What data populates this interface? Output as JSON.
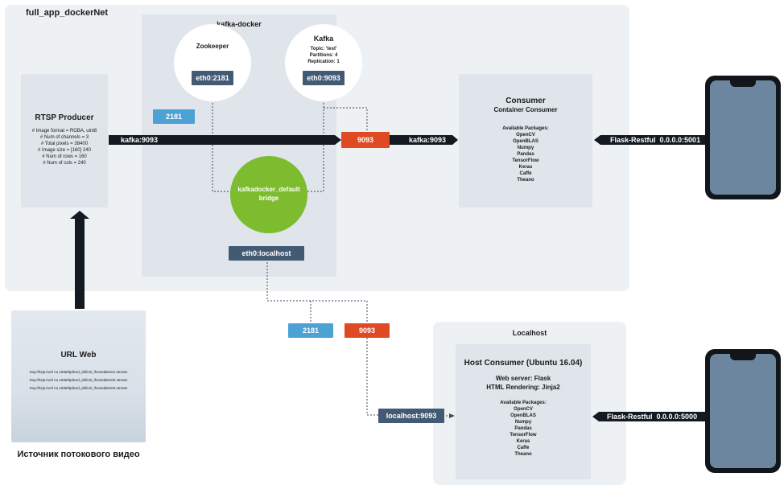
{
  "network": {
    "title": "full_app_dockerNet"
  },
  "kafka_docker": {
    "title": "kafka-docker"
  },
  "zookeeper": {
    "title": "Zookeeper",
    "port_tag": "eth0:2181",
    "ext_tag": "2181"
  },
  "kafka": {
    "title": "Kafka",
    "lines": [
      "Topic: 'test'",
      "Partitions: 4",
      "Replication: 1"
    ],
    "port_tag": "eth0:9093",
    "ext_tag": "9093"
  },
  "bridge": {
    "line1": "kafkadocker_default",
    "line2": "bridge",
    "eth_tag": "eth0:localhost"
  },
  "producer": {
    "title": "RTSP Producer",
    "lines": [
      "# Image format = RGBA, uint8",
      "# Num of channels = 3",
      "# Total pixels = 38400",
      "# Image size = [160] 240",
      "# Num of rows = 160",
      "# Num of cols = 240"
    ],
    "arrow_label": "kafka:9093"
  },
  "consumer": {
    "title": "Consumer",
    "subtitle": "Container Consumer",
    "packages_title": "Available Packages:",
    "packages": [
      "OpenCV",
      "OpenBLAS",
      "Numpy",
      "Pandas",
      "TensorFlow",
      "Keras",
      "Caffe",
      "Theano"
    ],
    "arrow_label": "kafka:9093",
    "flask_label": "Flask-Restful",
    "flask_addr": "0.0.0.0:5001"
  },
  "localhost": {
    "title": "Localhost",
    "blue_tag": "2181",
    "red_tag": "9093",
    "host_tag": "localhost:9093"
  },
  "host_consumer": {
    "title": "Host Consumer (Ubuntu 16.04)",
    "web_server": "Web server: Flask",
    "html_rendering": "HTML Rendering: Jinja2",
    "packages_title": "Available Packages:",
    "packages": [
      "OpenCV",
      "OpenBLAS",
      "Numpy",
      "Pandas",
      "TensorFlow",
      "Keras",
      "Caffe",
      "Theano"
    ],
    "flask_label": "Flask-Restful",
    "flask_addr": "0.0.0.0:5000"
  },
  "url_web": {
    "title": "URL Web",
    "streams": [
      "rtsp://hsja.hosf no 1935/ttpikvel_definsl_/hessdalen01.stream",
      "rtsp://hsja.hosf no 1935/ttpikvel_definsl_/hessdalen02.stream",
      "rtsp://hsja.hosf no 1935/ttpikvel_definsl_/hessdalen03.stream"
    ],
    "caption": "Источник потокового видео"
  },
  "colors": {
    "dark": "#435a74",
    "blue": "#4da2d5",
    "red": "#e04a23",
    "green": "#7dbb2f",
    "arrow": "#131a22"
  }
}
